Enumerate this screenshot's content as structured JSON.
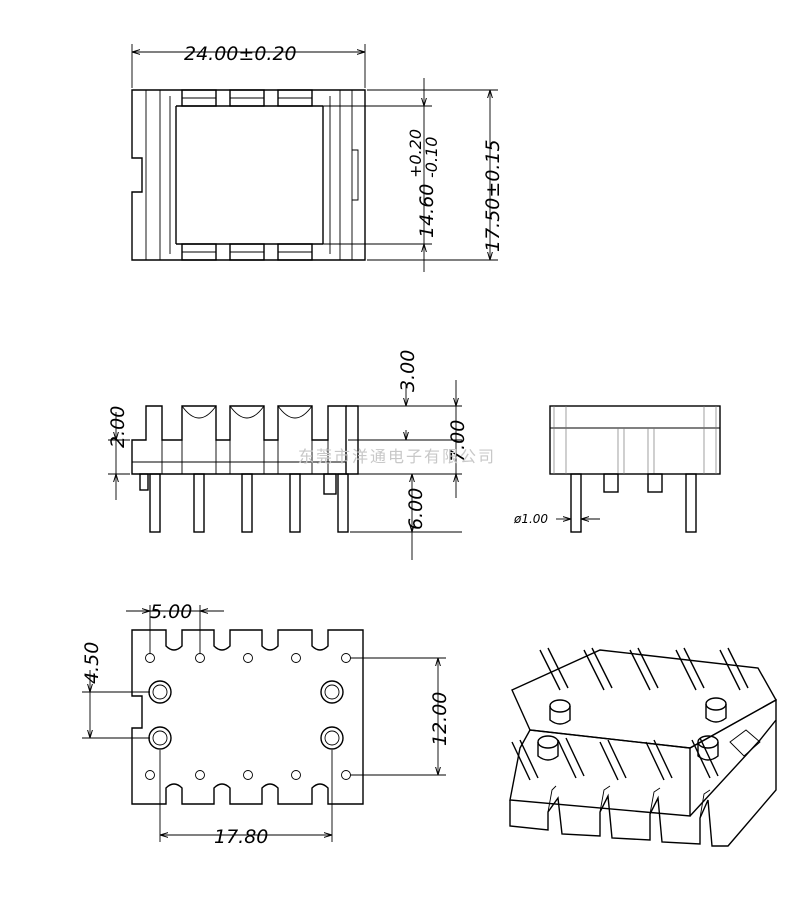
{
  "watermark": "东莞市洋通电子有限公司",
  "top_view": {
    "width_dim": "24.00±0.20",
    "inner_height_dim": "14.60",
    "inner_height_tol_plus": "+0.20",
    "inner_height_tol_minus": "-0.10",
    "outer_height_dim": "17.50±0.15"
  },
  "side_view": {
    "flange_height_dim": "2.00",
    "top_dim": "3.00",
    "body_dim": "7.00",
    "pin_length_dim": "6.00"
  },
  "end_view": {
    "pin_diameter_dim": "ø1.00"
  },
  "bottom_view": {
    "pitch_dim": "5.00",
    "left_dim": "4.50",
    "right_dim": "12.00",
    "bottom_dim": "17.80"
  }
}
